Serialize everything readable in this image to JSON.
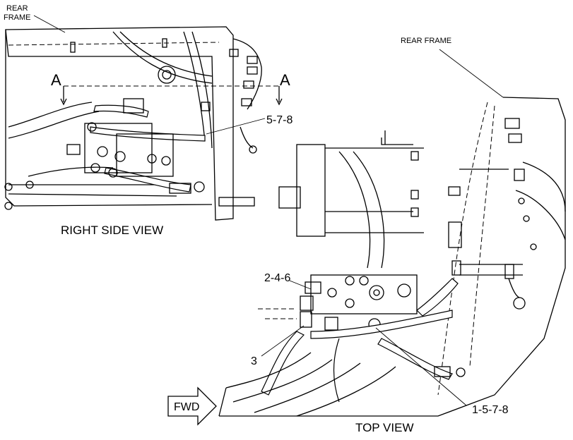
{
  "labels": {
    "rear_frame_left_line1": "REAR",
    "rear_frame_left_line2": "FRAME",
    "rear_frame_right": "REAR FRAME",
    "section_a_left": "A",
    "section_a_right": "A",
    "callout_5_7_8": "5-7-8",
    "right_side_view": "RIGHT SIDE VIEW",
    "callout_2_4_6": "2-4-6",
    "callout_3": "3",
    "fwd": "FWD",
    "callout_1_5_7_8": "1-5-7-8",
    "top_view": "TOP VIEW"
  }
}
